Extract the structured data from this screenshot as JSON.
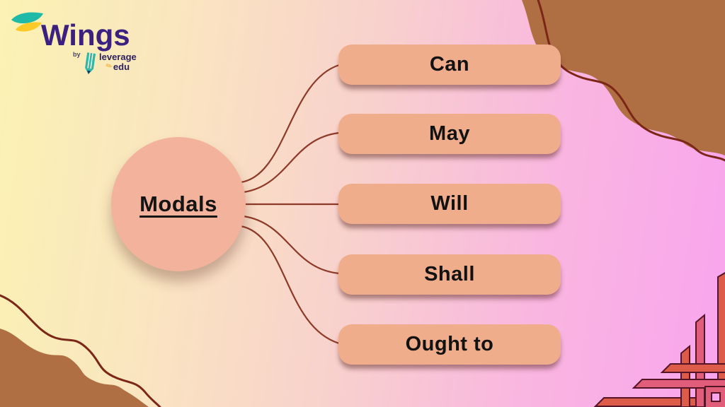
{
  "logo": {
    "brand": "Wings",
    "by_label": "by",
    "partner_line1": "leverage",
    "partner_line2": "edu"
  },
  "diagram": {
    "type": "mindmap",
    "root": {
      "label": "Modals"
    },
    "branches": [
      {
        "label": "Can"
      },
      {
        "label": "May"
      },
      {
        "label": "Will"
      },
      {
        "label": "Shall"
      },
      {
        "label": "Ought to"
      }
    ]
  },
  "colors": {
    "background_left": "#FBF2B3",
    "background_right": "#F9A4EE",
    "node_fill": "#F3B29C",
    "pill_fill": "#F0AD8C",
    "connector_line": "#8E3A28",
    "corner_brown": "#B06F43",
    "wave_outline": "#7C2617",
    "knot_red": "#DC5B49",
    "knot_rose": "#E05E79",
    "knot_outline": "#551527",
    "brand_purple": "#3B2080",
    "brand_teal": "#1FB9A7",
    "brand_yellow": "#FFC928",
    "text_black": "#121212"
  }
}
